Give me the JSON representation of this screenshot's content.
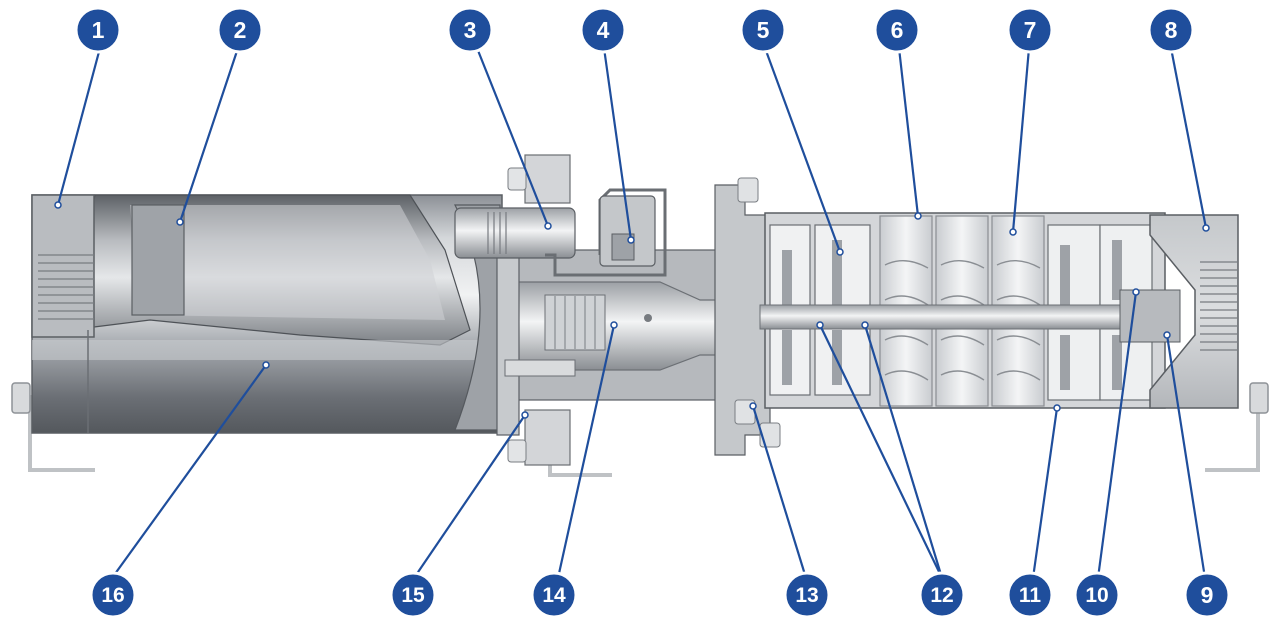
{
  "colors": {
    "badge_fill": "#1f4e9c",
    "badge_ring": "#ffffff",
    "badge_text": "#ffffff",
    "leader_line": "#1f4e9c",
    "metal_dark": "#6f7378",
    "metal_mid": "#a8acb1",
    "metal_light": "#e2e4e6",
    "bracket": "#c9cbcd"
  },
  "callouts": [
    {
      "id": "1",
      "label": "1"
    },
    {
      "id": "2",
      "label": "2"
    },
    {
      "id": "3",
      "label": "3"
    },
    {
      "id": "4",
      "label": "4"
    },
    {
      "id": "5",
      "label": "5"
    },
    {
      "id": "6",
      "label": "6"
    },
    {
      "id": "7",
      "label": "7"
    },
    {
      "id": "8",
      "label": "8"
    },
    {
      "id": "9",
      "label": "9"
    },
    {
      "id": "10",
      "label": "10"
    },
    {
      "id": "11",
      "label": "11"
    },
    {
      "id": "12",
      "label": "12"
    },
    {
      "id": "13",
      "label": "13"
    },
    {
      "id": "14",
      "label": "14"
    },
    {
      "id": "15",
      "label": "15"
    },
    {
      "id": "16",
      "label": "16"
    }
  ]
}
